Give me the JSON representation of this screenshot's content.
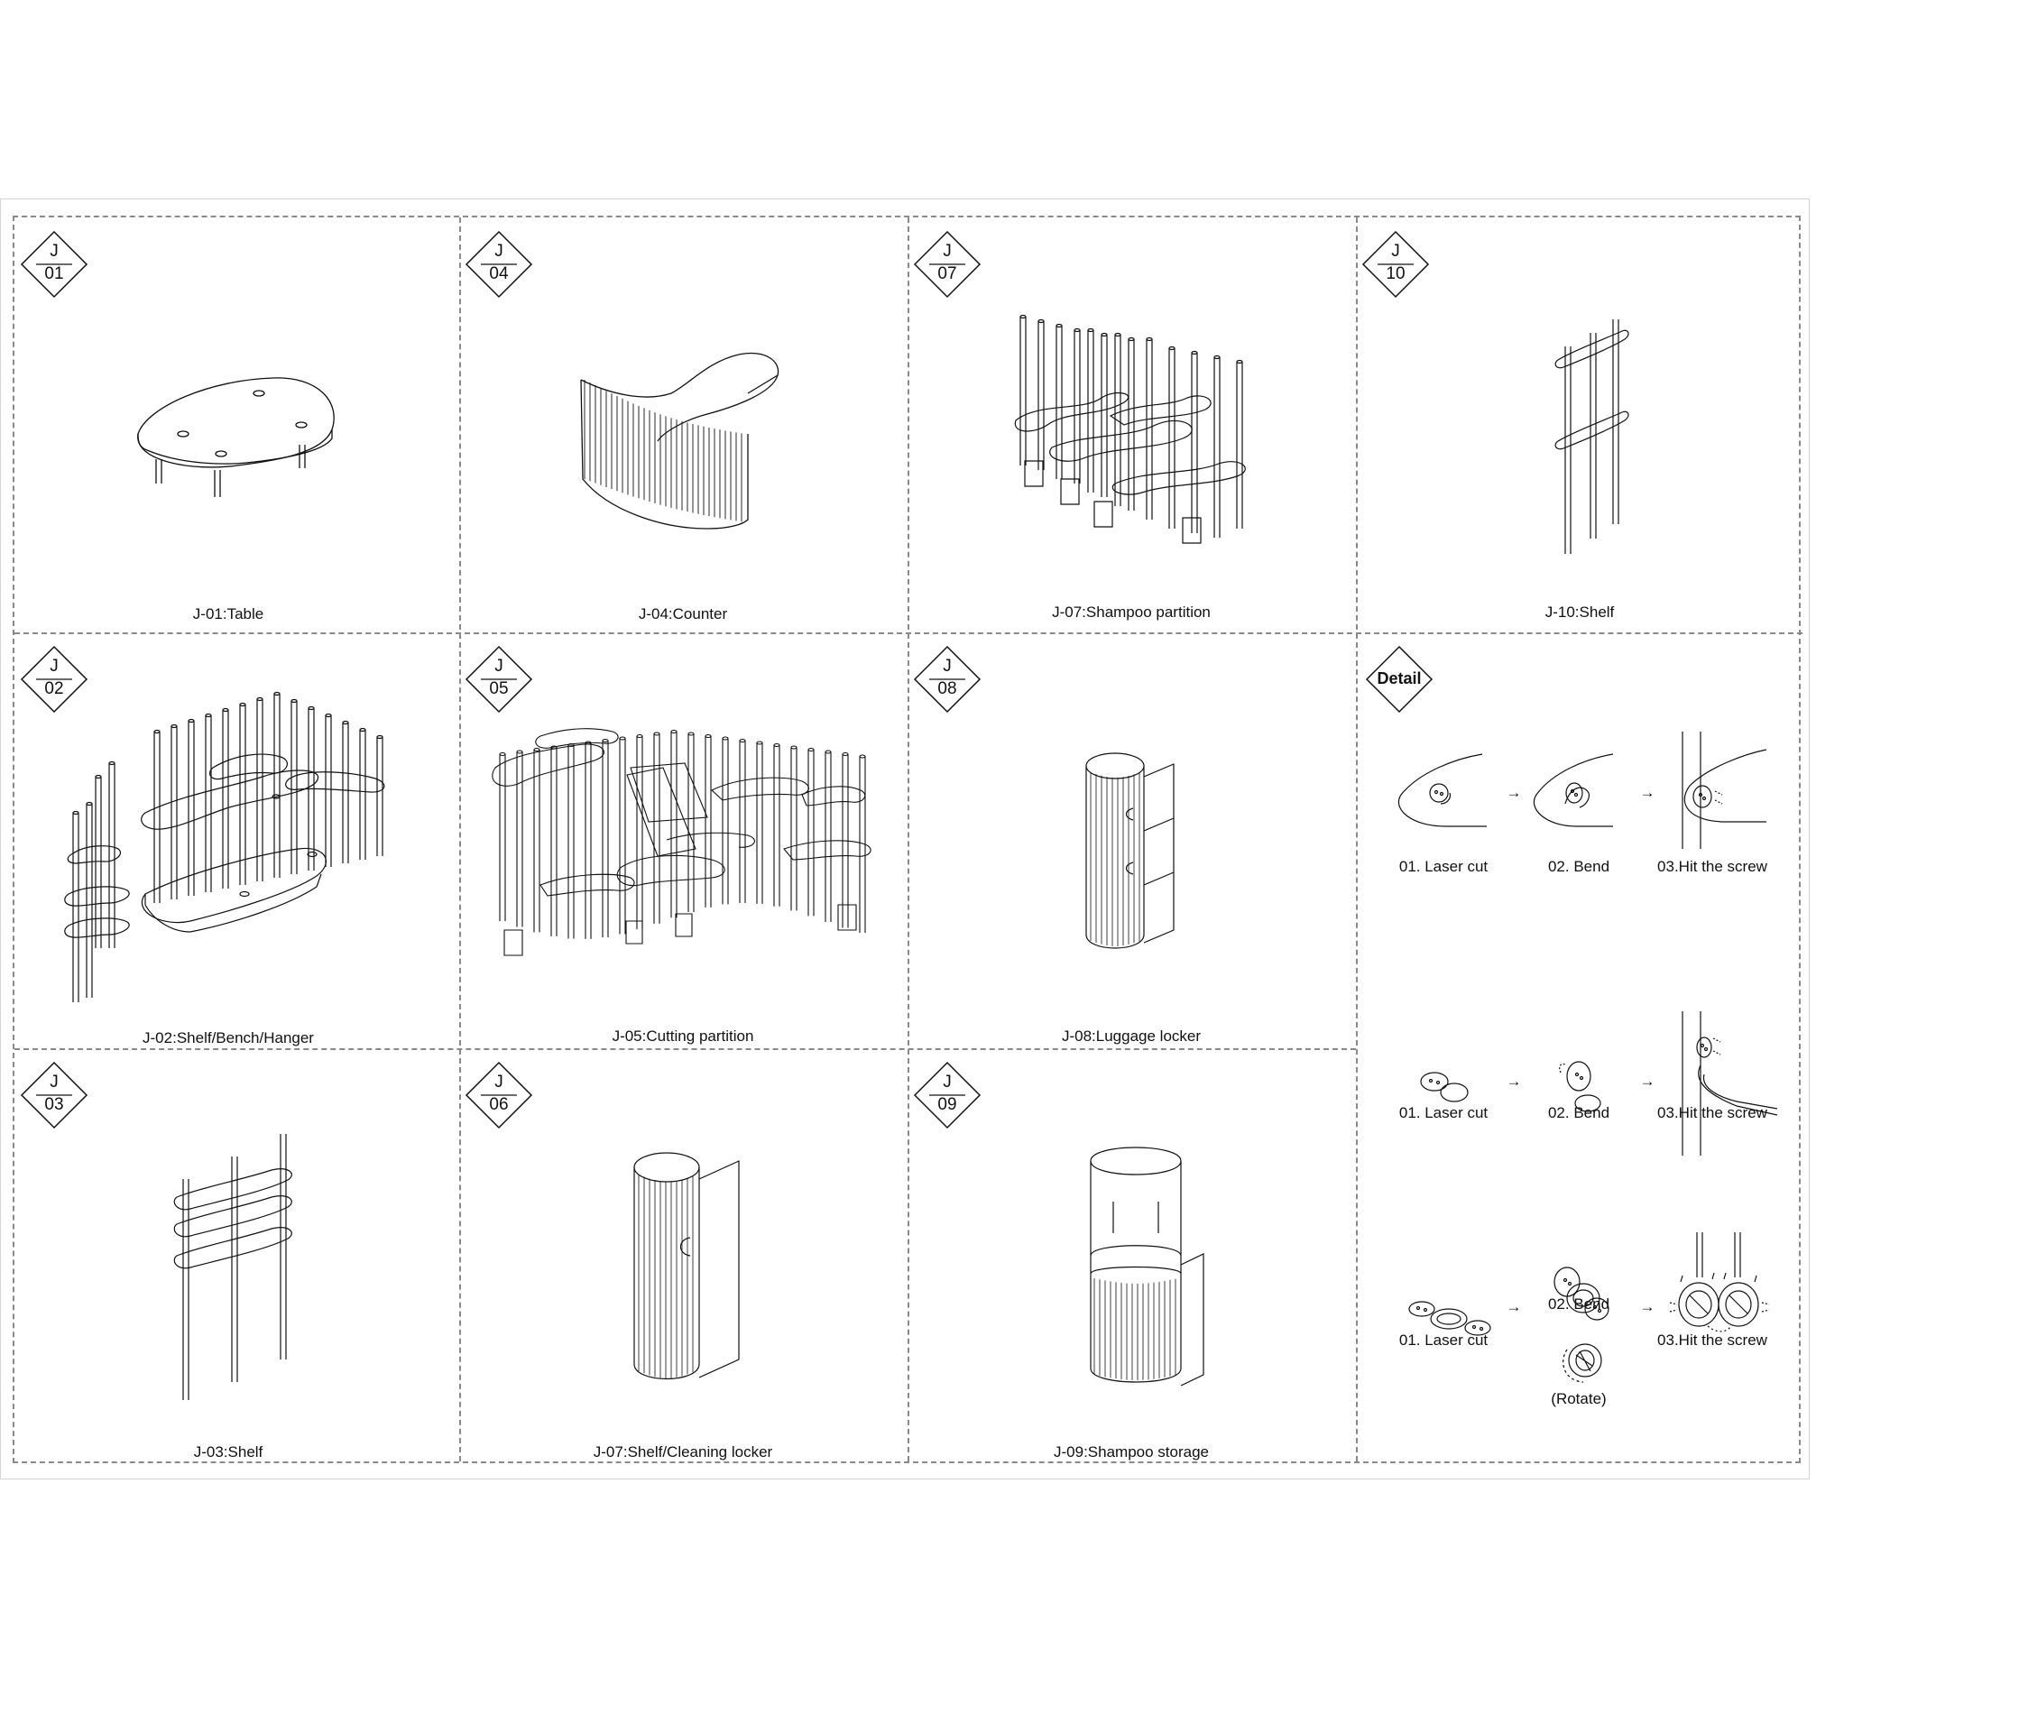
{
  "tiles": [
    {
      "tag_letter": "J",
      "tag_number": "01",
      "caption": "J-01:Table"
    },
    {
      "tag_letter": "J",
      "tag_number": "04",
      "caption": "J-04:Counter"
    },
    {
      "tag_letter": "J",
      "tag_number": "07",
      "caption": "J-07:Shampoo partition"
    },
    {
      "tag_letter": "J",
      "tag_number": "10",
      "caption": "J-10:Shelf"
    },
    {
      "tag_letter": "J",
      "tag_number": "02",
      "caption": "J-02:Shelf/Bench/Hanger"
    },
    {
      "tag_letter": "J",
      "tag_number": "05",
      "caption": "J-05:Cutting partition"
    },
    {
      "tag_letter": "J",
      "tag_number": "08",
      "caption": "J-08:Luggage locker"
    },
    {
      "tag_letter": "J",
      "tag_number": "03",
      "caption": "J-03:Shelf"
    },
    {
      "tag_letter": "J",
      "tag_number": "06",
      "caption": "J-07:Shelf/Cleaning locker"
    },
    {
      "tag_letter": "J",
      "tag_number": "09",
      "caption": "J-09:Shampoo storage"
    }
  ],
  "detail": {
    "tag": "Detail",
    "arrow": "→",
    "rows": [
      {
        "step1": "01. Laser cut",
        "step2": "02. Bend",
        "step3": "03.Hit the screw"
      },
      {
        "step1": "01. Laser cut",
        "step2": "02. Bend",
        "step3": "03.Hit the screw"
      },
      {
        "step1": "01. Laser cut",
        "step2": "02. Bend",
        "step3": "03.Hit the screw",
        "note": "(Rotate)"
      }
    ]
  }
}
